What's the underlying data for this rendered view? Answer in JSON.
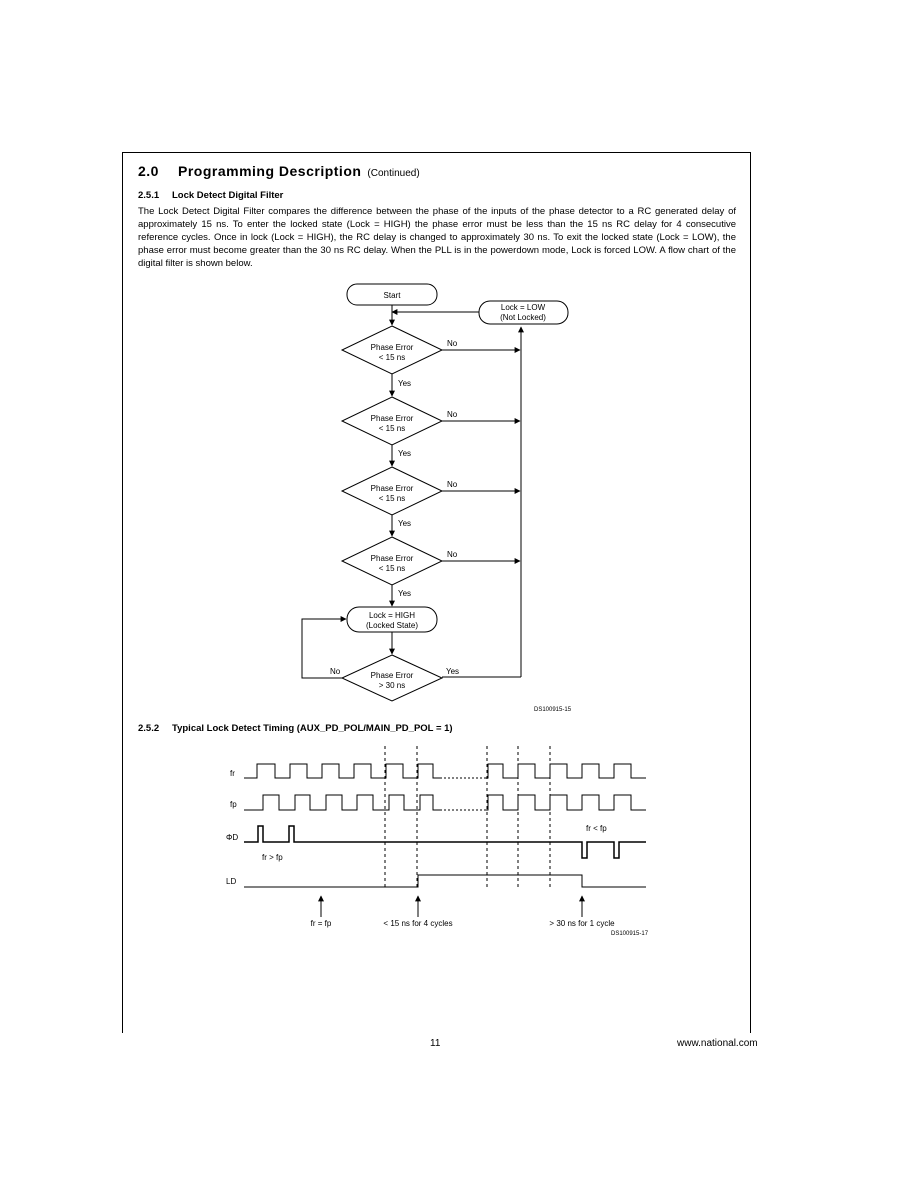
{
  "section": {
    "number": "2.0",
    "title": "Programming Description",
    "continued": "(Continued)"
  },
  "subsection1": {
    "number": "2.5.1",
    "title": "Lock Detect Digital Filter",
    "paragraph": "The Lock Detect Digital Filter compares the difference between the phase of the inputs of the phase detector to a RC generated delay of approximately 15 ns. To enter the locked state (Lock = HIGH) the phase error must be less than the 15 ns RC delay for 4 consecutive reference cycles. Once in lock (Lock = HIGH), the RC delay is changed to approximately 30 ns. To exit the locked state (Lock = LOW), the phase error must become greater than the 30 ns RC delay. When the PLL is in the powerdown mode, Lock is forced LOW. A flow chart of the digital filter is shown below."
  },
  "flowchart": {
    "start": "Start",
    "unlocked_line1": "Lock = LOW",
    "unlocked_line2": "(Not Locked)",
    "decision_line1": "Phase Error",
    "decision_line2": "< 15 ns",
    "yes": "Yes",
    "no": "No",
    "locked_line1": "Lock = HIGH",
    "locked_line2": "(Locked State)",
    "exit_line1": "Phase Error",
    "exit_line2": "> 30 ns",
    "figure_id": "DS100915-15"
  },
  "subsection2": {
    "number": "2.5.2",
    "title": "Typical Lock Detect Timing (AUX_PD_POL/MAIN_PD_POL = 1)"
  },
  "timing": {
    "signal_fr": "fr",
    "signal_fp": "fp",
    "signal_pd": "ΦD",
    "signal_ld": "LD",
    "note_fr_gt_fp": "fr > fp",
    "note_fr_lt_fp": "fr < fp",
    "annot_equal": "fr = fp",
    "annot_lock": "< 15 ns for 4 cycles",
    "annot_unlock": "> 30 ns for 1 cycle",
    "figure_id": "DS100915-17"
  },
  "footer": {
    "page": "11",
    "url": "www.national.com"
  }
}
